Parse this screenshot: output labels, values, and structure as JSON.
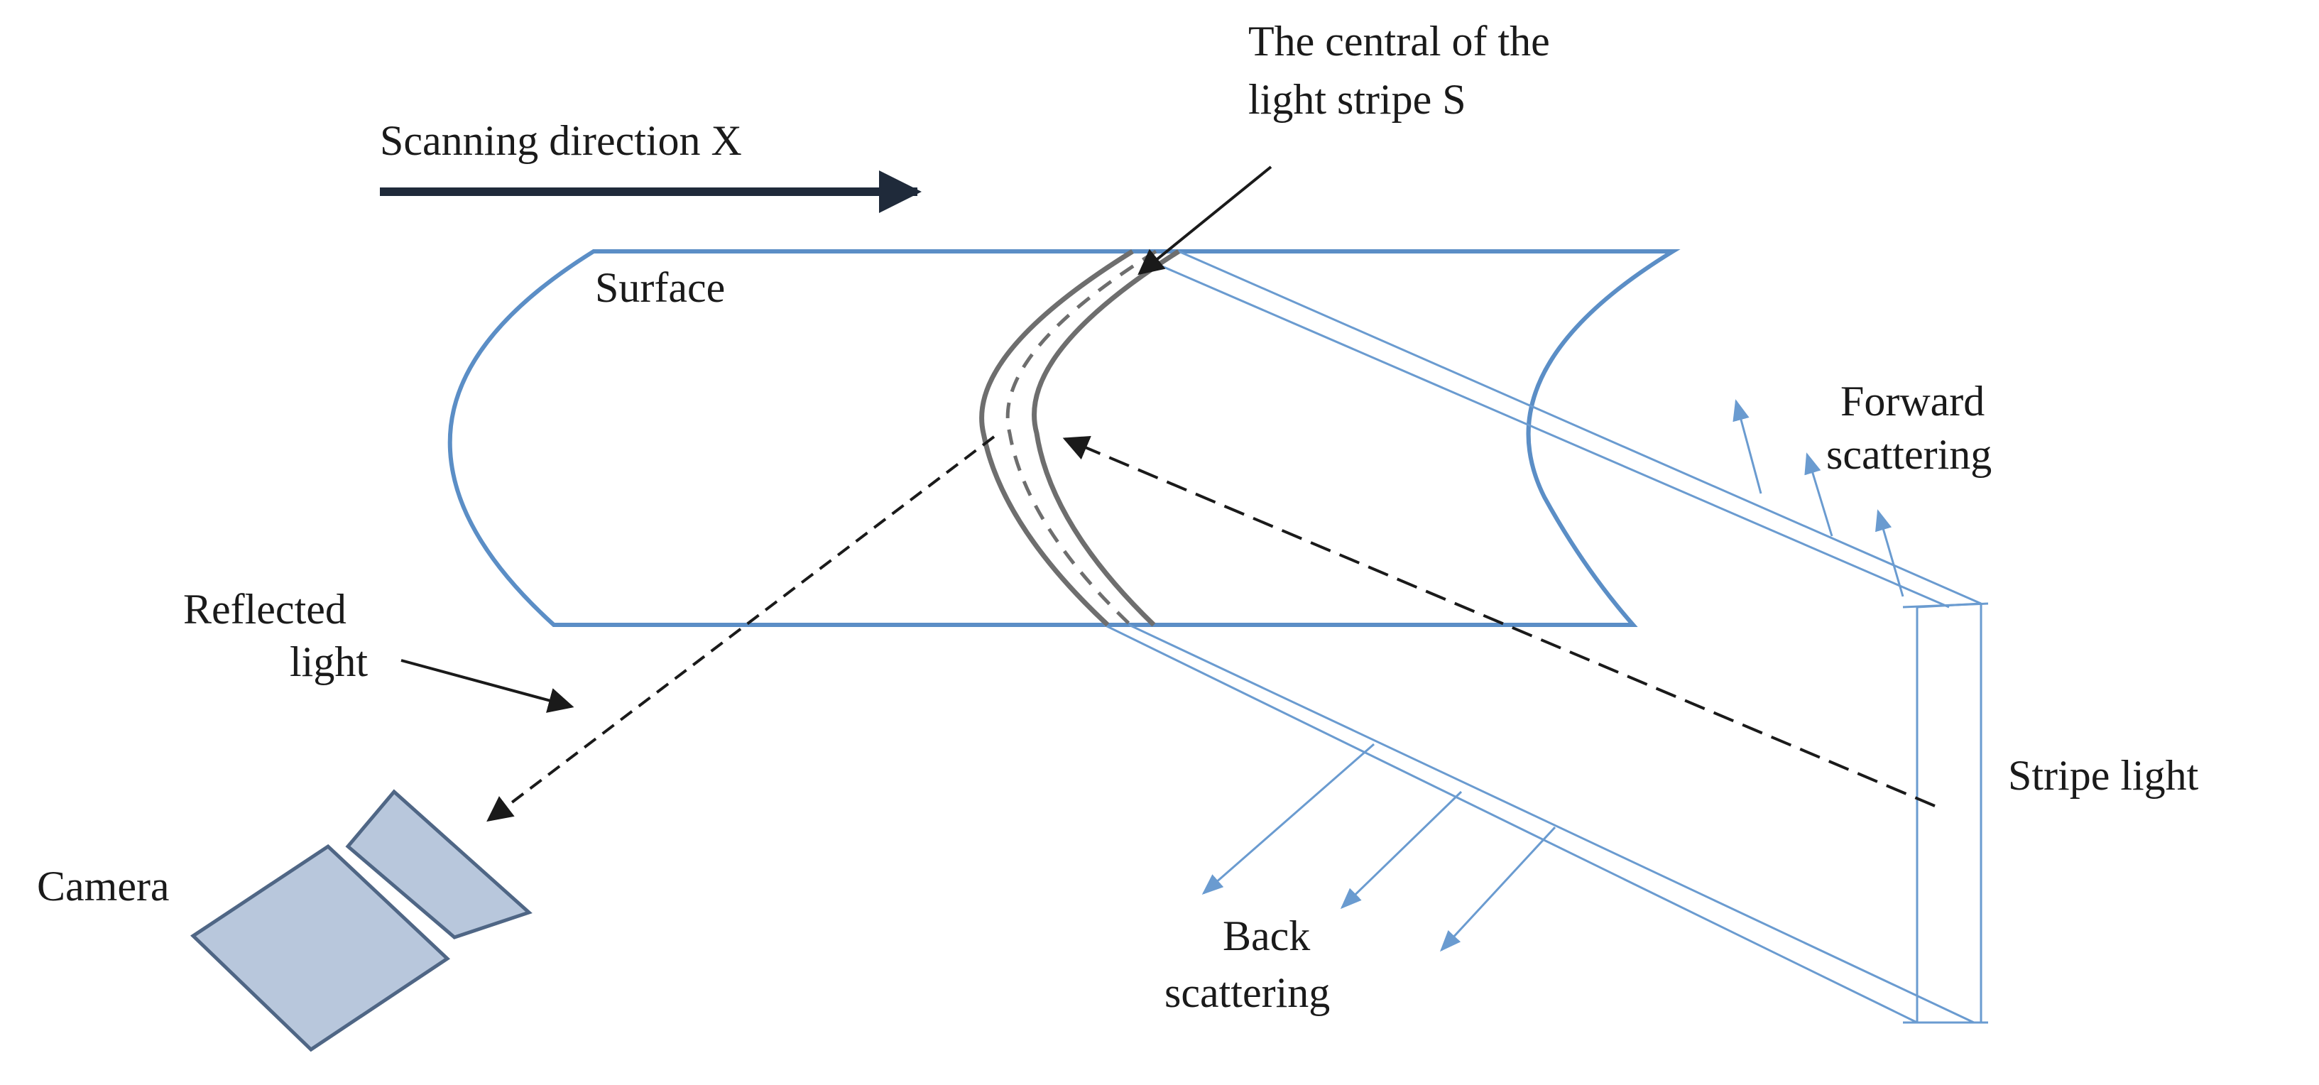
{
  "labels": {
    "scanning_direction": "Scanning direction X",
    "central_line1": "The central of the",
    "central_line2": "light  stripe S",
    "surface": "Surface",
    "forward_line1": "Forward",
    "forward_line2": "scattering",
    "reflected_line1": "Reflected",
    "reflected_line2": "light",
    "stripe_light": "Stripe light",
    "camera": "Camera",
    "back_line1": "Back",
    "back_line2": "scattering"
  },
  "colors": {
    "surface_outline": "#5b8ec6",
    "scatter_arrows": "#6a9bd0",
    "stripe_gray": "#6e6e6e",
    "camera_fill": "#b8c7dc",
    "camera_stroke": "#4f6685",
    "text": "#1a1a1a",
    "scan_arrow": "#1f2a3a"
  }
}
